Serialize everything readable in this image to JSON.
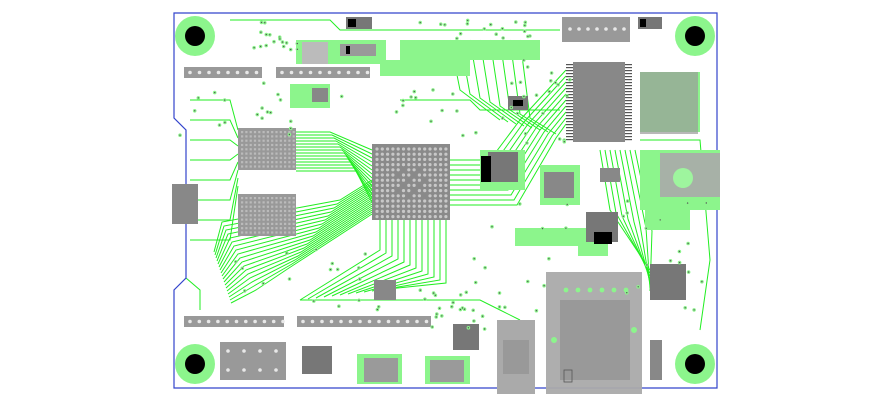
{
  "board": {
    "outline_color": "#3344cc",
    "copper_color": "#22ee22",
    "copper_fill_color": "#8cf58c",
    "pad_color": "#999999",
    "pad_dark_color": "#666666",
    "package_color": "#777777",
    "drill_color": "#000000",
    "background": "#ffffff",
    "components": {
      "bga": "main-bga-processor",
      "sdram_top": "sdram-chip-1",
      "sdram_bottom": "sdram-chip-2",
      "qfp": "tqfp-ic",
      "qfn_center": "qfn-ic-center",
      "qfn_right": "qfn-ic-right",
      "ethernet_jack": "rj45-connector",
      "usb_jack": "usb-connector",
      "mounting_holes": 4,
      "header_rows": 6
    }
  }
}
